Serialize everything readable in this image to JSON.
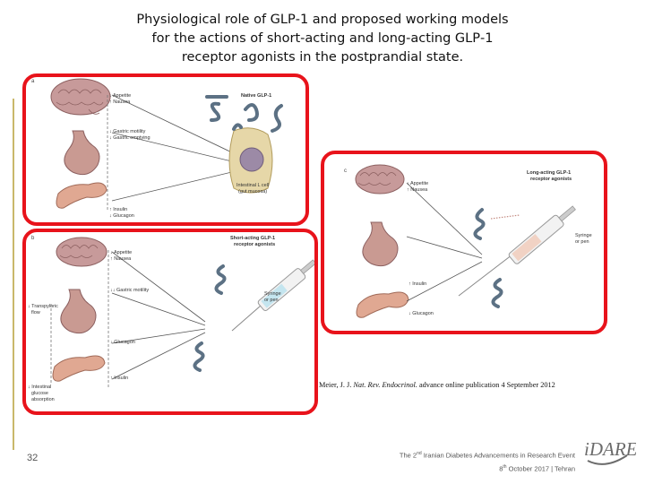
{
  "title": {
    "line1": "Physiological role of GLP‑1 and proposed working models",
    "line2": "for the actions of short-acting and long-acting GLP‑1",
    "line3": "receptor agonists in the postprandial state."
  },
  "panel_a": {
    "letter": "a",
    "heading": "Native GLP-1",
    "appetite": "↓ Appetite",
    "nausea": "↑ Nausea",
    "motility": "↓ Gastric motility",
    "emptying": "↓ Gastric emptying",
    "cell1": "Intestinal L cell",
    "cell2": "(gut mucosa)",
    "insulin": "↑ Insulin",
    "glucagon": "↓ Glucagon"
  },
  "panel_b": {
    "letter": "b",
    "heading1": "Short-acting GLP-1",
    "heading2": "receptor agonists",
    "appetite": "↓ Appetite",
    "nausea": "↑ Nausea",
    "motility": "↓↓ Gastric motility",
    "pyloric1": "↓ Transpyloric",
    "pyloric2": "flow",
    "syringe1": "Syringe",
    "syringe2": "or pen",
    "glucagon": "↓ Glucagon",
    "insulin": "↑ Insulin",
    "abs1": "↓ Intestinal",
    "abs2": "glucose",
    "abs3": "absorption"
  },
  "panel_c": {
    "letter": "c",
    "heading1": "Long-acting GLP-1",
    "heading2": "receptor agonists",
    "appetite": "↓ Appetite",
    "nausea": "↑ Nausea",
    "syringe1": "Syringe",
    "syringe2": "or pen",
    "insulin": "↑ Insulin",
    "glucagon": "↓ Glucagon"
  },
  "citation": {
    "authors": "Meier, J. J. ",
    "journal": "Nat. Rev. Endocrinol.",
    "rest": " advance online publication 4 September 2012"
  },
  "page_number": "32",
  "footer": {
    "line1_pre": "The 2",
    "line1_sup": "nd",
    "line1_post": " Iranian Diabetes Advancements in Research Event",
    "line2_pre": "8",
    "line2_sup": "th",
    "line2_post": " October 2017   |   Tehran"
  },
  "logo_text": "iDARE",
  "colors": {
    "frame": "#e8131b",
    "accent_bar": "#c9b86a",
    "brain": "#c79a9a",
    "stomach": "#c99a92",
    "pancreas": "#e0a892",
    "peptide": "#5c7184",
    "logo": "#6b6b6b"
  }
}
